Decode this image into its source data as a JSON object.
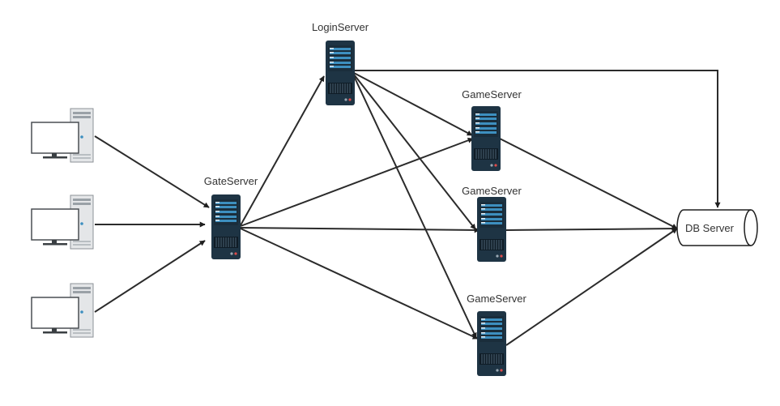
{
  "servers": {
    "login": {
      "label": "LoginServer"
    },
    "gate": {
      "label": "GateServer"
    },
    "game1": {
      "label": "GameServer"
    },
    "game2": {
      "label": "GameServer"
    },
    "game3": {
      "label": "GameServer"
    }
  },
  "database": {
    "label": "DB Server"
  },
  "clients": {
    "count": 3
  },
  "colors": {
    "server_body": "#1e3444",
    "server_slot": "#3d8fbf",
    "edge": "#2b2b2b",
    "pc_case": "#e4e6e8"
  }
}
